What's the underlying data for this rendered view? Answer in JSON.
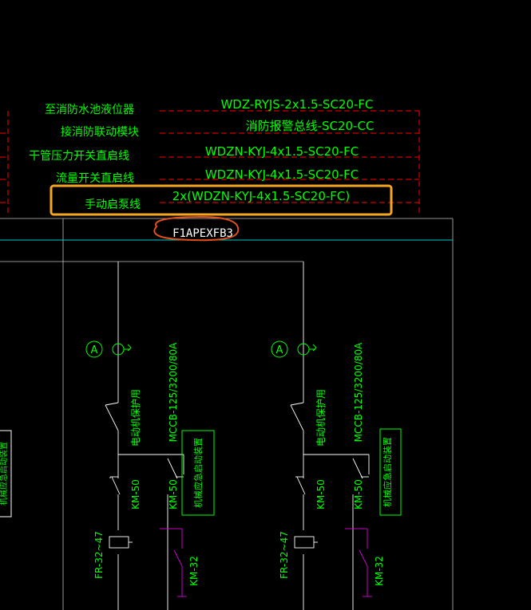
{
  "drawing": {
    "labels_left": [
      "至消防水池液位器",
      "接消防联动模块",
      "干管压力开关直启线",
      "流量开关直启线",
      "手动启泵线"
    ],
    "cables": [
      "WDZ-RYJS-2x1.5-SC20-FC",
      "消防报警总线-SC20-CC",
      "WDZN-KYJ-4x1.5-SC20-FC",
      "WDZN-KYJ-4x1.5-SC20-FC",
      "2x(WDZN-KYJ-4x1.5-SC20-FC)"
    ],
    "panel_id": "F1APEXFB3",
    "left_edge_box_text": "机械应急启动装置",
    "circuits": [
      {
        "ammeter": "A",
        "breaker_use": "电动机保护用",
        "breaker_model": "MCCB-125/3200/80A",
        "emergency_box": "机械应急启动装置",
        "contactor_1": "KM-50",
        "contactor_2": "KM-50",
        "relay": "FR-32~47",
        "contactor_aux": "KM-32"
      },
      {
        "ammeter": "A",
        "breaker_use": "电动机保护用",
        "breaker_model": "MCCB-125/3200/80A",
        "emergency_box": "机械应急启动装置",
        "contactor_1": "KM-50",
        "contactor_2": "KM-50",
        "relay": "FR-32~47",
        "contactor_aux": "KM-32"
      }
    ]
  },
  "colors": {
    "background": "#000000",
    "green": "#00ff00",
    "red_dashed": "#ff0000",
    "white_line": "#ffffff",
    "cyan_line": "#00c8c8",
    "magenta_line": "#c800c8",
    "highlight_box": "#f5a623",
    "annotation_ellipse": "#e0501c"
  }
}
